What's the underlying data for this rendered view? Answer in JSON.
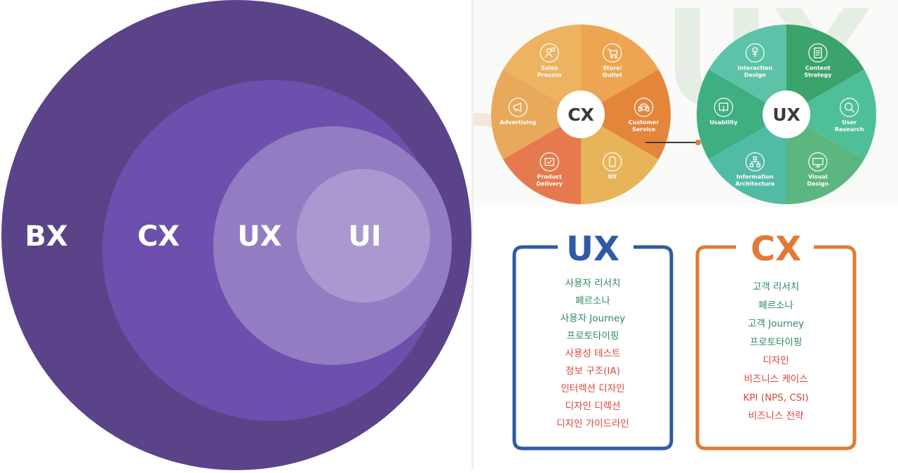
{
  "venn": {
    "labels": [
      "BX",
      "CX",
      "UX",
      "UI"
    ],
    "colors": [
      "#5a4389",
      "#6d4fad",
      "#927dc2",
      "#aa99d0"
    ]
  },
  "cx_wheel": {
    "hub": "CX",
    "segments": [
      {
        "label": [
          "Store/",
          "Outlet"
        ],
        "icon": "cart-icon",
        "color": "#eda552"
      },
      {
        "label": [
          "Customer",
          "Service"
        ],
        "icon": "headset-icon",
        "color": "#e3863c"
      },
      {
        "label": [
          "UX"
        ],
        "icon": "smartphone-icon",
        "color": "#e8b459"
      },
      {
        "label": [
          "Product",
          "Delivery"
        ],
        "icon": "box-icon",
        "color": "#e67a4e"
      },
      {
        "label": [
          "Advertising"
        ],
        "icon": "megaphone-icon",
        "color": "#e9a95a"
      },
      {
        "label": [
          "Sales",
          "Process"
        ],
        "icon": "person-icon",
        "color": "#edb360"
      }
    ]
  },
  "ux_wheel": {
    "hub": "UX",
    "segments": [
      {
        "label": [
          "Content",
          "Strategy"
        ],
        "icon": "document-icon",
        "color": "#3ba36c"
      },
      {
        "label": [
          "User",
          "Research"
        ],
        "icon": "magnifier-icon",
        "color": "#4fbf98"
      },
      {
        "label": [
          "Visual",
          "Design"
        ],
        "icon": "monitor-icon",
        "color": "#5cb67f"
      },
      {
        "label": [
          "Information",
          "Architecture"
        ],
        "icon": "sitemap-icon",
        "color": "#52bba6"
      },
      {
        "label": [
          "Usability"
        ],
        "icon": "touch-icon",
        "color": "#3fae80"
      },
      {
        "label": [
          "Interaction",
          "Design"
        ],
        "icon": "finger-tap-icon",
        "color": "#5cc3a8"
      }
    ]
  },
  "watermark": "UX",
  "ux_box": {
    "title": "UX",
    "color": "#2f5ba5",
    "items": [
      {
        "text": "사용자 리서치",
        "color": "#2e8a5b"
      },
      {
        "text": "페르소나",
        "color": "#2e8a5b"
      },
      {
        "text": "사용자 Journey",
        "color": "#2e8a5b"
      },
      {
        "text": "프로토타이핑",
        "color": "#2e8a5b"
      },
      {
        "text": "사용성 테스트",
        "color": "#d9463e"
      },
      {
        "text": "정보 구조(IA)",
        "color": "#d9463e"
      },
      {
        "text": "인터렉션 디자인",
        "color": "#d9463e"
      },
      {
        "text": "디자인 디렉션",
        "color": "#d9463e"
      },
      {
        "text": "디자인 가이드라인",
        "color": "#d9463e"
      }
    ]
  },
  "cx_box": {
    "title": "CX",
    "color": "#e07b36",
    "items": [
      {
        "text": "고객 리서치",
        "color": "#2e8a5b"
      },
      {
        "text": "페르소나",
        "color": "#2e8a5b"
      },
      {
        "text": "고객 Journey",
        "color": "#2e8a5b"
      },
      {
        "text": "프로토타이핑",
        "color": "#2e8a5b"
      },
      {
        "text": "디자인",
        "color": "#d9463e"
      },
      {
        "text": "비즈니스 케이스",
        "color": "#d9463e"
      },
      {
        "text": "KPI (NPS, CSI)",
        "color": "#d9463e"
      },
      {
        "text": "비즈니스 전략",
        "color": "#d9463e"
      }
    ]
  }
}
